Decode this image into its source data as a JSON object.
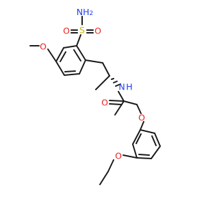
{
  "molecule": {
    "atoms": {
      "sulfonamide_nh2": "NH2",
      "sulfonyl_s": "S",
      "sulfonyl_o_left": "O",
      "sulfonyl_o_right": "O",
      "methoxy_o": "O",
      "amide_nh": "N",
      "amide_h": "H",
      "carbonyl_o": "O",
      "ether_o": "O",
      "ethoxy_o": "O"
    },
    "colors": {
      "carbon_bond": "#1a1a1a",
      "oxygen": "#e8231f",
      "nitrogen": "#1f3df0",
      "sulfur": "#c9b400"
    }
  }
}
